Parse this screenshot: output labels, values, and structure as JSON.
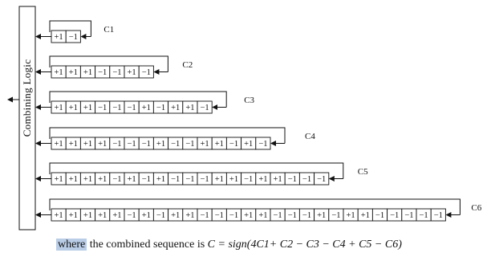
{
  "diagram": {
    "combining_logic_label": "Combining Logic",
    "registers": [
      {
        "label": "C1",
        "cells": [
          "+1",
          "−1"
        ]
      },
      {
        "label": "C2",
        "cells": [
          "+1",
          "+1",
          "+1",
          "−1",
          "−1",
          "+1",
          "−1"
        ]
      },
      {
        "label": "C3",
        "cells": [
          "+1",
          "+1",
          "+1",
          "−1",
          "−1",
          "−1",
          "+1",
          "−1",
          "+1",
          "+1",
          "−1"
        ]
      },
      {
        "label": "C4",
        "cells": [
          "+1",
          "+1",
          "+1",
          "+1",
          "−1",
          "−1",
          "−1",
          "+1",
          "−1",
          "−1",
          "+1",
          "+1",
          "−1",
          "+1",
          "−1"
        ]
      },
      {
        "label": "C5",
        "cells": [
          "+1",
          "+1",
          "+1",
          "+1",
          "−1",
          "+1",
          "−1",
          "+1",
          "−1",
          "−1",
          "−1",
          "+1",
          "+1",
          "−1",
          "+1",
          "+1",
          "−1",
          "−1",
          "−1"
        ]
      },
      {
        "label": "C6",
        "cells": [
          "+1",
          "+1",
          "+1",
          "+1",
          "+1",
          "−1",
          "+1",
          "−1",
          "+1",
          "+1",
          "−1",
          "−1",
          "−1",
          "+1",
          "+1",
          "−1",
          "−1",
          "−1",
          "+1",
          "−1",
          "+1",
          "+1",
          "−1",
          "−1",
          "−1",
          "−1",
          "−1"
        ]
      }
    ]
  },
  "caption": {
    "highlight": "where",
    "text": " the combined sequence is ",
    "equation": "C = sign(4C1+ C2 − C3 − C4 + C5 − C6)"
  }
}
